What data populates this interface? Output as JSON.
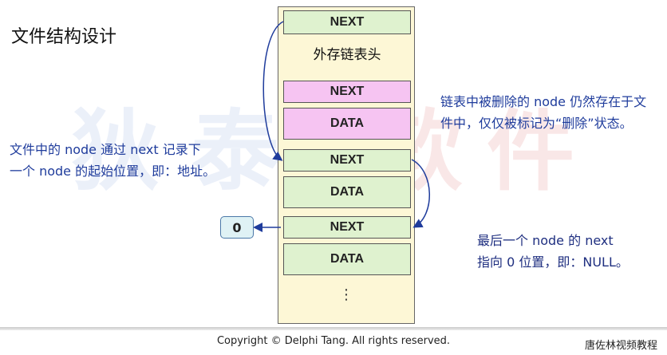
{
  "title": "文件结构设计",
  "file": {
    "header_next": "NEXT",
    "header_label": "外存链表头",
    "nodes": [
      {
        "next": "NEXT",
        "data": "DATA",
        "deleted": true
      },
      {
        "next": "NEXT",
        "data": "DATA",
        "deleted": false
      },
      {
        "next": "NEXT",
        "data": "DATA",
        "deleted": false
      }
    ],
    "ellipsis": "⋮"
  },
  "notes": {
    "left": [
      "文件中的 node 通过 next 记录下",
      "一个 node 的起始位置，即：地址。"
    ],
    "right_top": [
      "链表中被删除的 node 仍然存在于文",
      "件中，仅仅被标记为“删除”状态。"
    ],
    "right_bottom": [
      "最后一个 node 的 next",
      "指向 0 位置，即：NULL。"
    ]
  },
  "null_box": "0",
  "footer": {
    "copyright": "Copyright © Delphi Tang. All rights reserved.",
    "author": "唐佐林视频教程"
  },
  "watermark": [
    "狄",
    "泰",
    "软",
    "件"
  ],
  "colors": {
    "slot": "#dff2cf",
    "deleted_slot": "#f6c4f2",
    "file_bg": "#fdf7d6",
    "note_text": "#1f3c9c"
  }
}
